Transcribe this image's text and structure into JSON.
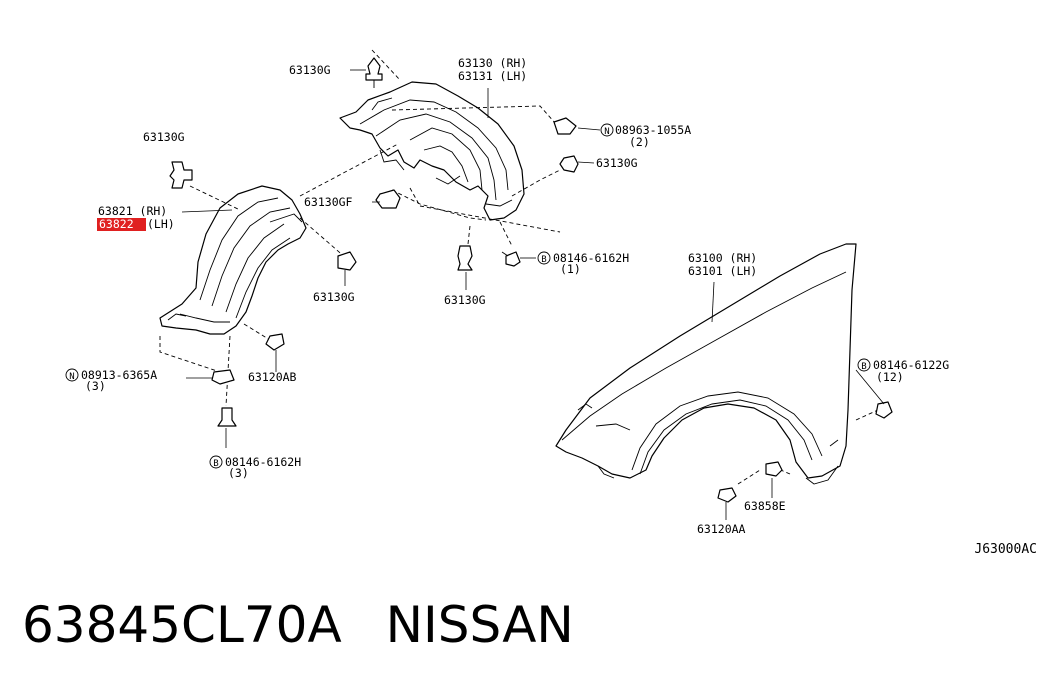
{
  "diagram": {
    "labels": {
      "clip_top": "63130G",
      "clip_left": "63130G",
      "rear_rh": "63130 (RH)",
      "rear_lh": "63131 (LH)",
      "nut_n": "08963-1055A",
      "nut_qty": "(2)",
      "clip_right": "63130G",
      "front_rh": "63821 (RH)",
      "front_lh_num": "63822",
      "front_lh_suffix": "(LH)",
      "clip_gf": "63130GF",
      "clip_mid": "63130G",
      "clip_bottom_rear": "63130G",
      "bolt_rear": "08146-6162H",
      "bolt_rear_qty": "(1)",
      "fender_rh": "63100 (RH)",
      "fender_lh": "63101 (LH)",
      "bolt_fender": "08146-6122G",
      "bolt_fender_qty": "(12)",
      "nut_left": "08913-6365A",
      "nut_left_qty": "(3)",
      "screw_ab": "63120AB",
      "bolt_front": "08146-6162H",
      "bolt_front_qty": "(3)",
      "protector_e": "63858E",
      "screw_aa": "63120AA",
      "code": "J63000AC"
    },
    "symbols": {
      "n": "N",
      "b": "B"
    },
    "highlight_color": "#e02020"
  },
  "footer": {
    "part_number": "63845CL70A",
    "brand": "NISSAN"
  }
}
